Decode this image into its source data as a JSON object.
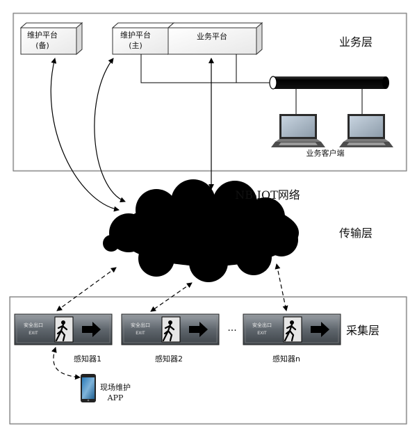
{
  "business_layer": {
    "title": "业务层",
    "maint_backup": {
      "line1": "维护平台",
      "line2": "(备)"
    },
    "maint_main": {
      "line1": "维护平台",
      "line2": "(主)"
    },
    "business_platform": "业务平台",
    "clients_label": "业务客户端"
  },
  "network": {
    "label": "NB-IOT网络"
  },
  "transport_layer": {
    "title": "传输层"
  },
  "collection_layer": {
    "title": "采集层",
    "ellipsis": "···",
    "sign": {
      "cn": "安全出口",
      "en": "EXIT"
    },
    "sensors": [
      {
        "label": "感知器1"
      },
      {
        "label": "感知器2"
      },
      {
        "label": "感知器n"
      }
    ],
    "onsite": {
      "line1": "现场维护",
      "line2": "APP"
    }
  }
}
